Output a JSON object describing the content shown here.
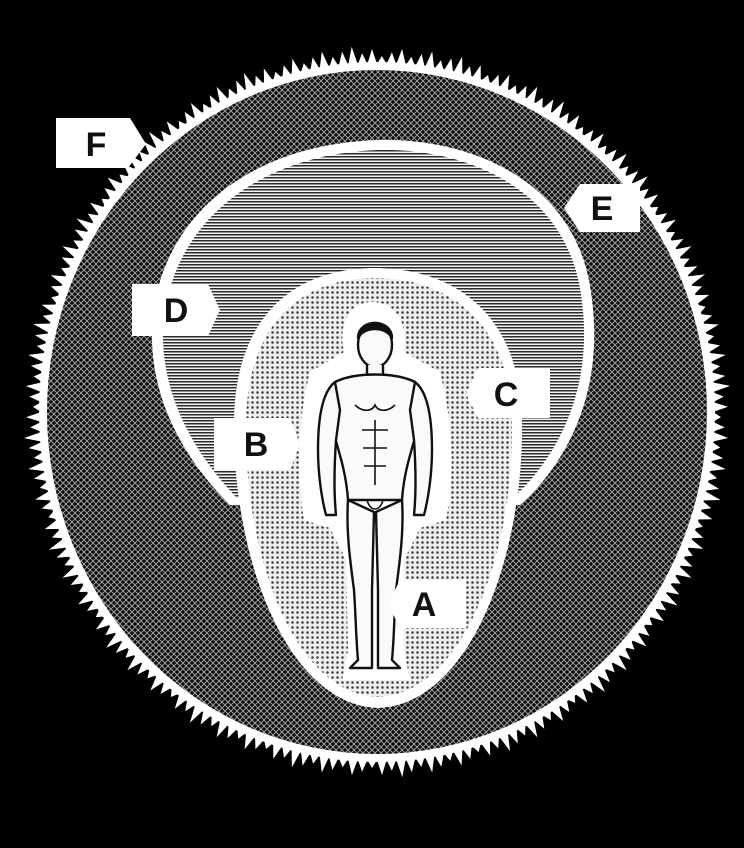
{
  "diagram": {
    "colors": {
      "background": "#000000",
      "paper": "#ffffff",
      "ink": "#111111"
    },
    "labels": {
      "a": "A",
      "b": "B",
      "c": "C",
      "d": "D",
      "e": "E",
      "f": "F"
    }
  }
}
